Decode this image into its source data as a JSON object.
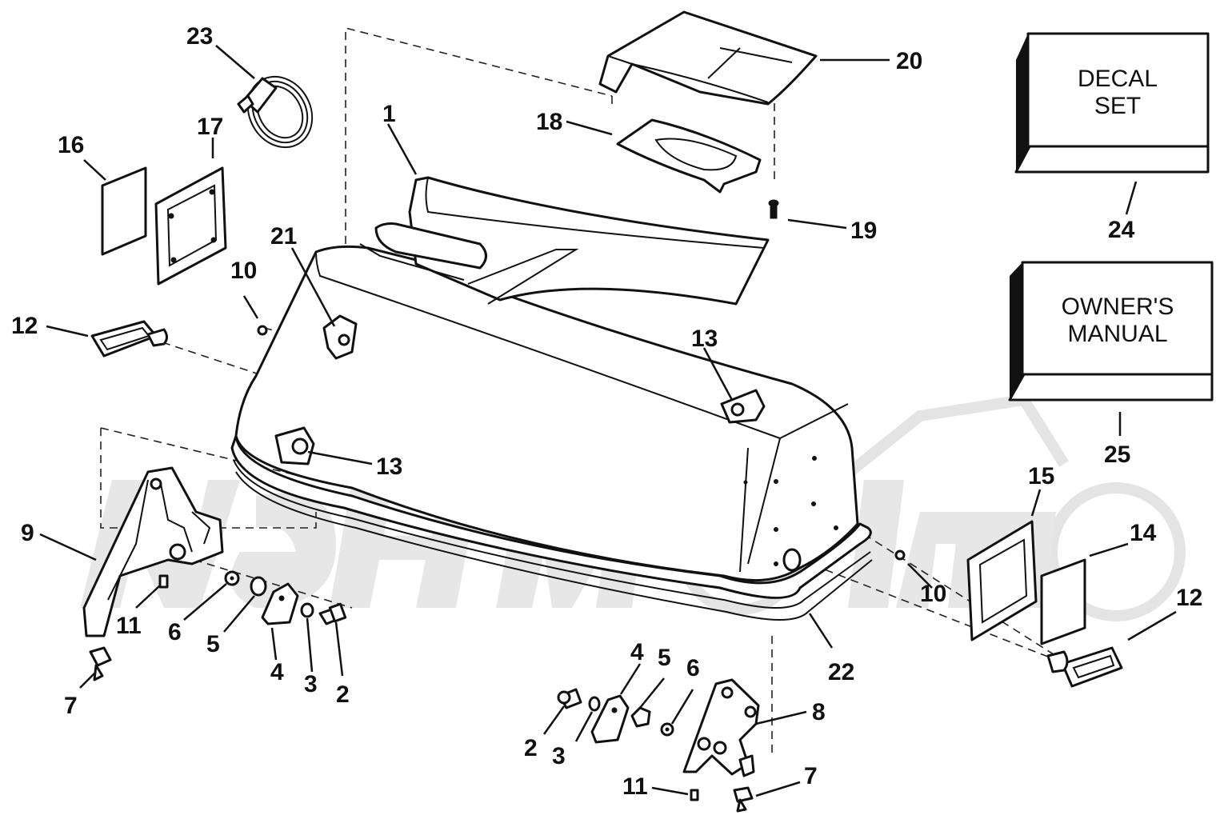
{
  "diagram": {
    "callouts": [
      {
        "id": "1",
        "label": "1"
      },
      {
        "id": "2a",
        "label": "2"
      },
      {
        "id": "2b",
        "label": "2"
      },
      {
        "id": "3a",
        "label": "3"
      },
      {
        "id": "3b",
        "label": "3"
      },
      {
        "id": "4a",
        "label": "4"
      },
      {
        "id": "4b",
        "label": "4"
      },
      {
        "id": "5a",
        "label": "5"
      },
      {
        "id": "5b",
        "label": "5"
      },
      {
        "id": "6a",
        "label": "6"
      },
      {
        "id": "6b",
        "label": "6"
      },
      {
        "id": "7a",
        "label": "7"
      },
      {
        "id": "7b",
        "label": "7"
      },
      {
        "id": "8",
        "label": "8"
      },
      {
        "id": "9",
        "label": "9"
      },
      {
        "id": "10a",
        "label": "10"
      },
      {
        "id": "10b",
        "label": "10"
      },
      {
        "id": "11a",
        "label": "11"
      },
      {
        "id": "11b",
        "label": "11"
      },
      {
        "id": "12a",
        "label": "12"
      },
      {
        "id": "12b",
        "label": "12"
      },
      {
        "id": "13a",
        "label": "13"
      },
      {
        "id": "13b",
        "label": "13"
      },
      {
        "id": "14",
        "label": "14"
      },
      {
        "id": "15",
        "label": "15"
      },
      {
        "id": "16",
        "label": "16"
      },
      {
        "id": "17",
        "label": "17"
      },
      {
        "id": "18",
        "label": "18"
      },
      {
        "id": "19",
        "label": "19"
      },
      {
        "id": "20",
        "label": "20"
      },
      {
        "id": "21",
        "label": "21"
      },
      {
        "id": "22",
        "label": "22"
      },
      {
        "id": "23",
        "label": "23"
      },
      {
        "id": "24",
        "label": "24"
      },
      {
        "id": "25",
        "label": "25"
      }
    ],
    "decal_box": {
      "line1": "DECAL",
      "line2": "SET"
    },
    "manual_box": {
      "line1": "OWNER'S",
      "line2": "MANUAL"
    }
  }
}
